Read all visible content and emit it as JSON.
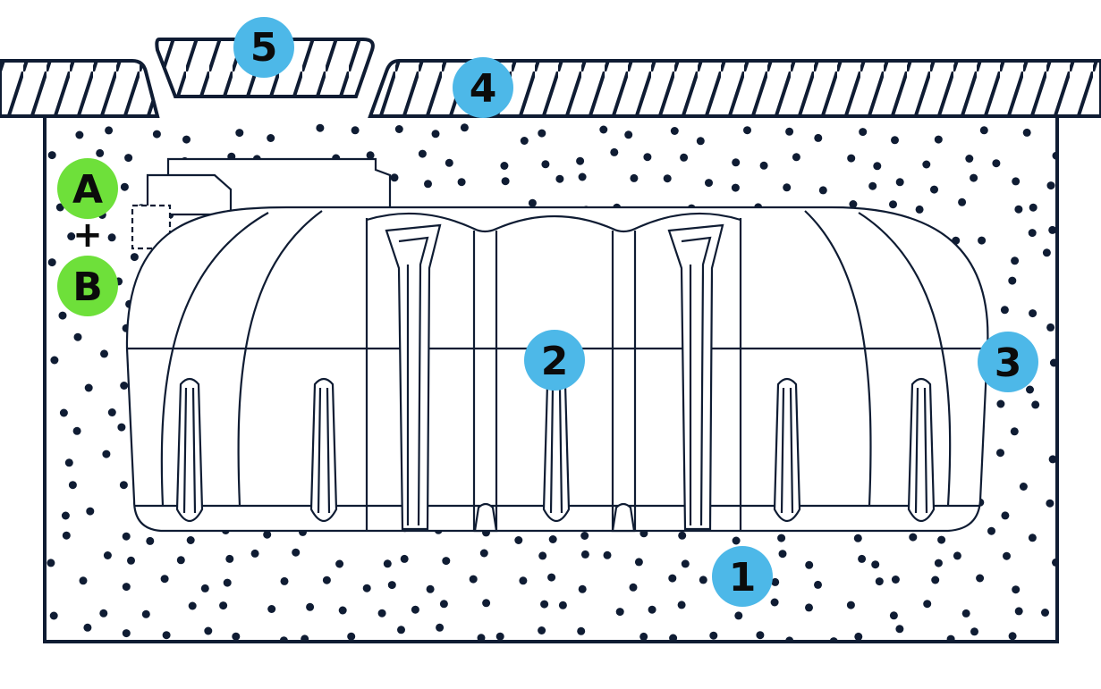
{
  "diagram": {
    "colors": {
      "ink": "#0f1c33",
      "background": "#ffffff",
      "blue_marker": "#4db8e8",
      "green_marker": "#6ee03a",
      "marker_text": "#0b0b0b"
    },
    "plus_sign": "+",
    "markers": {
      "m1": {
        "label": "1",
        "color": "blue"
      },
      "m2": {
        "label": "2",
        "color": "blue"
      },
      "m3": {
        "label": "3",
        "color": "blue"
      },
      "m4": {
        "label": "4",
        "color": "blue"
      },
      "m5": {
        "label": "5",
        "color": "blue"
      },
      "mA": {
        "label": "A",
        "color": "green"
      },
      "mB": {
        "label": "B",
        "color": "green"
      }
    }
  }
}
